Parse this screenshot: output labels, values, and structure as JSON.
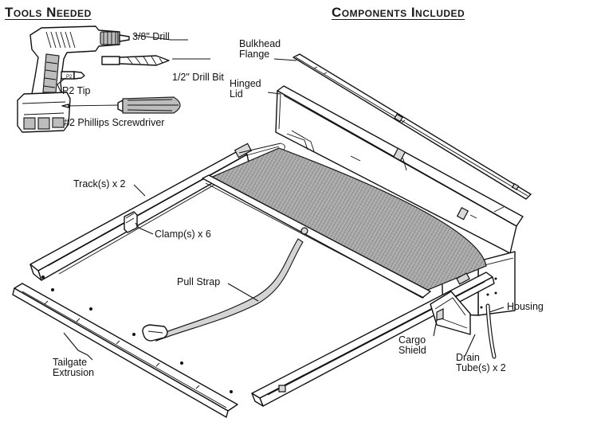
{
  "headings": {
    "tools": "Tools Needed",
    "components": "Components Included"
  },
  "tools": {
    "drill": "3/8\" Drill",
    "drill_bit": "1/2\" Drill Bit",
    "p2_tip": "P2 Tip",
    "screwdriver": "#2 Phillips Screwdriver"
  },
  "components": {
    "bulkhead_flange": [
      "Bulkhead",
      "Flange"
    ],
    "hinged_lid": [
      "Hinged",
      "Lid"
    ],
    "tracks": "Track(s) x 2",
    "clamps": "Clamp(s) x 6",
    "pull_strap": "Pull Strap",
    "housing": "Housing",
    "tailgate_extrusion": [
      "Tailgate",
      "Extrusion"
    ],
    "cargo_shield": [
      "Cargo",
      "Shield"
    ],
    "drain_tubes": [
      "Drain",
      "Tube(s) x 2"
    ]
  },
  "colors": {
    "line": "#111111",
    "cover_mesh": "#9a9a9a",
    "part_fill": "#d8d8d8"
  }
}
